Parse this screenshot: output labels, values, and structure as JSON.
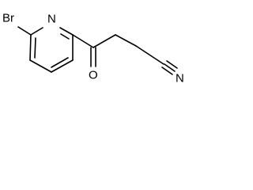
{
  "molecule": {
    "atoms": {
      "br": "Br",
      "n_ring": "N",
      "o": "O",
      "n_nitrile": "N"
    }
  }
}
